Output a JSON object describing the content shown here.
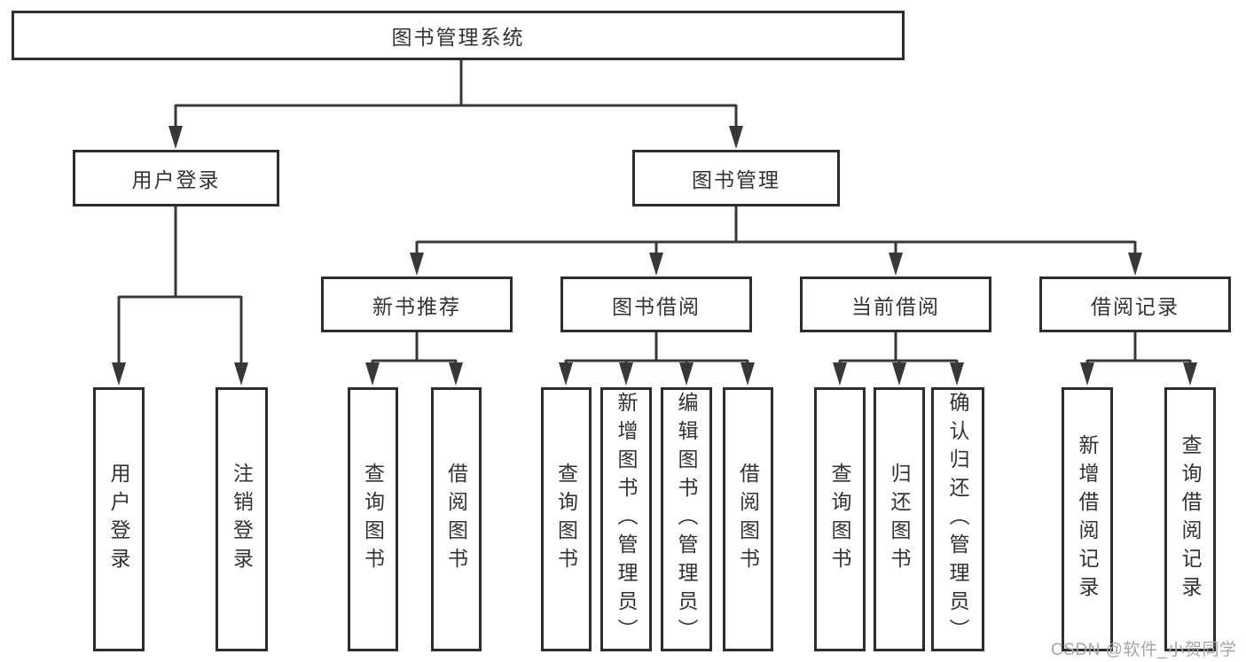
{
  "colors": {
    "border": "#2d2d2d",
    "line": "#383838",
    "text": "#333333",
    "watermark": "#a6a6a6",
    "background": "#ffffff"
  },
  "tree": {
    "root": {
      "label": "图书管理系统"
    },
    "user_login": {
      "label": "用户登录",
      "children": [
        {
          "label": "用户登录"
        },
        {
          "label": "注销登录"
        }
      ]
    },
    "book_mgmt": {
      "label": "图书管理",
      "groups": [
        {
          "label": "新书推荐",
          "children": [
            {
              "label": "查询图书"
            },
            {
              "label": "借阅图书"
            }
          ]
        },
        {
          "label": "图书借阅",
          "children": [
            {
              "label": "查询图书"
            },
            {
              "label": "新增图书（管理员）"
            },
            {
              "label": "编辑图书（管理员）"
            },
            {
              "label": "借阅图书"
            }
          ]
        },
        {
          "label": "当前借阅",
          "children": [
            {
              "label": "查询图书"
            },
            {
              "label": "归还图书"
            },
            {
              "label": "确认归还（管理员）"
            }
          ]
        },
        {
          "label": "借阅记录",
          "children": [
            {
              "label": "新增借阅记录"
            },
            {
              "label": "查询借阅记录"
            }
          ]
        }
      ]
    }
  },
  "watermark": {
    "text": "CSDN @软件_小贺同学"
  }
}
